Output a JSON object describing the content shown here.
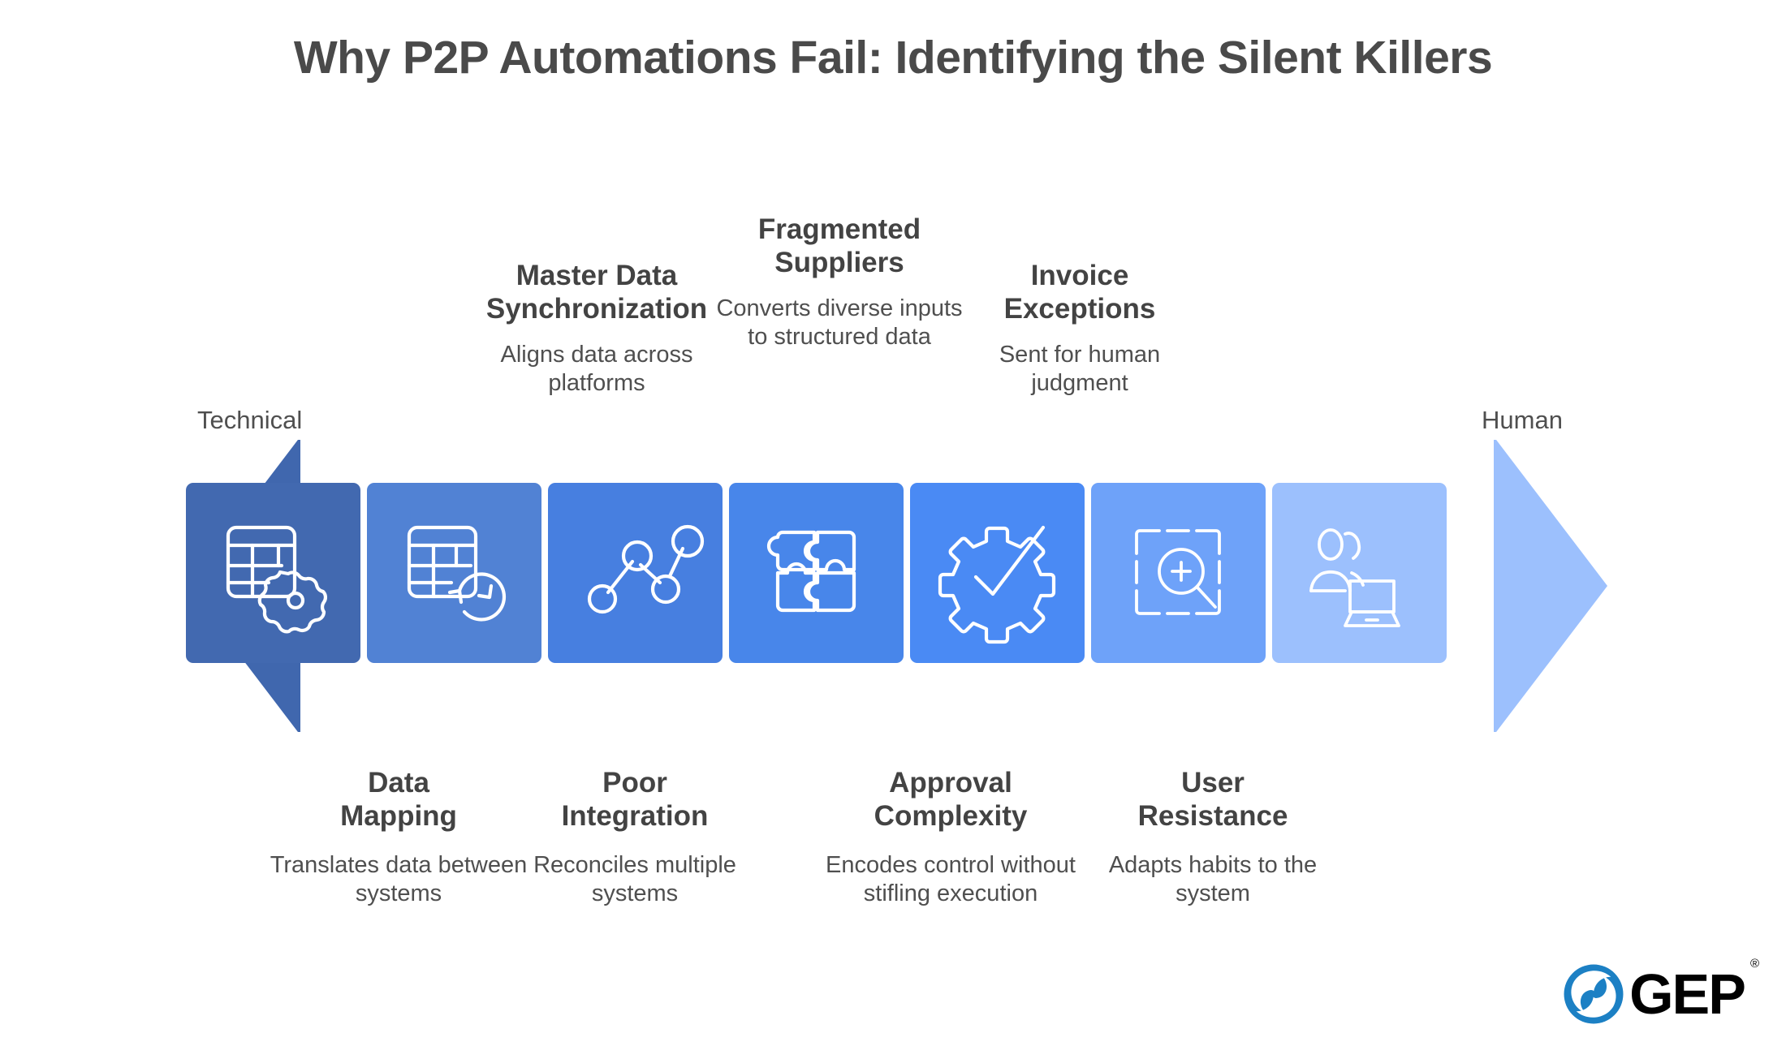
{
  "title": "Why P2P Automations Fail: Identifying the Silent Killers",
  "endpoints": {
    "left": "Technical",
    "right": "Human"
  },
  "brand": {
    "name": "GEP",
    "registered": "®",
    "swirl_color": "#1C80C4",
    "text_color": "#000000"
  },
  "colors": {
    "segments": [
      "#4269B0",
      "#5182D4",
      "#477FE0",
      "#4886EA",
      "#4A8AF4",
      "#6EA2F9",
      "#9CC0FD"
    ],
    "arrow_left_head": "#4067AE",
    "arrow_right_head": "#9CC0FD",
    "title_color": "#4a4a4a",
    "body_text_color": "#4f4f4f"
  },
  "segments": [
    {
      "index": 1,
      "icon": "table-gear-icon",
      "title": "Data\nMapping",
      "title_line1": "Data",
      "title_line2": "Mapping",
      "description": "Translates data between systems",
      "position": "below",
      "color": "#4269B0"
    },
    {
      "index": 2,
      "icon": "table-sync-icon",
      "title_line1": "Master Data",
      "title_line2": "Synchronization",
      "description": "Aligns data across platforms",
      "position": "above",
      "color": "#5182D4"
    },
    {
      "index": 3,
      "icon": "network-nodes-icon",
      "title_line1": "Poor",
      "title_line2": "Integration",
      "description": "Reconciles multiple systems",
      "position": "below",
      "color": "#477FE0"
    },
    {
      "index": 4,
      "icon": "puzzle-pieces-icon",
      "title_line1": "Fragmented",
      "title_line2": "Suppliers",
      "description": "Converts diverse inputs to structured data",
      "position": "above",
      "color": "#4886EA"
    },
    {
      "index": 5,
      "icon": "gear-check-icon",
      "title_line1": "Approval",
      "title_line2": "Complexity",
      "description": "Encodes control without stifling execution",
      "position": "below",
      "color": "#4A8AF4"
    },
    {
      "index": 6,
      "icon": "scan-magnifier-icon",
      "title_line1": "Invoice",
      "title_line2": "Exceptions",
      "description": "Sent for human judgment",
      "position": "above",
      "color": "#6EA2F9"
    },
    {
      "index": 7,
      "icon": "users-laptop-icon",
      "title_line1": "User",
      "title_line2": "Resistance",
      "description": "Adapts habits to the system",
      "position": "below",
      "color": "#9CC0FD"
    }
  ],
  "captions_above": [
    {
      "title_line1": "Master Data",
      "title_line2": "Synchronization",
      "description": "Aligns data across platforms"
    },
    {
      "title_line1": "Fragmented",
      "title_line2": "Suppliers",
      "description": "Converts diverse inputs to structured data"
    },
    {
      "title_line1": "Invoice",
      "title_line2": "Exceptions",
      "description": "Sent for human judgment"
    }
  ],
  "captions_below": [
    {
      "title_line1": "Data",
      "title_line2": "Mapping",
      "description": "Translates data between systems"
    },
    {
      "title_line1": "Poor",
      "title_line2": "Integration",
      "description": "Reconciles multiple systems"
    },
    {
      "title_line1": "Approval",
      "title_line2": "Complexity",
      "description": "Encodes control without stifling execution"
    },
    {
      "title_line1": "User",
      "title_line2": "Resistance",
      "description": "Adapts habits to the system"
    }
  ]
}
